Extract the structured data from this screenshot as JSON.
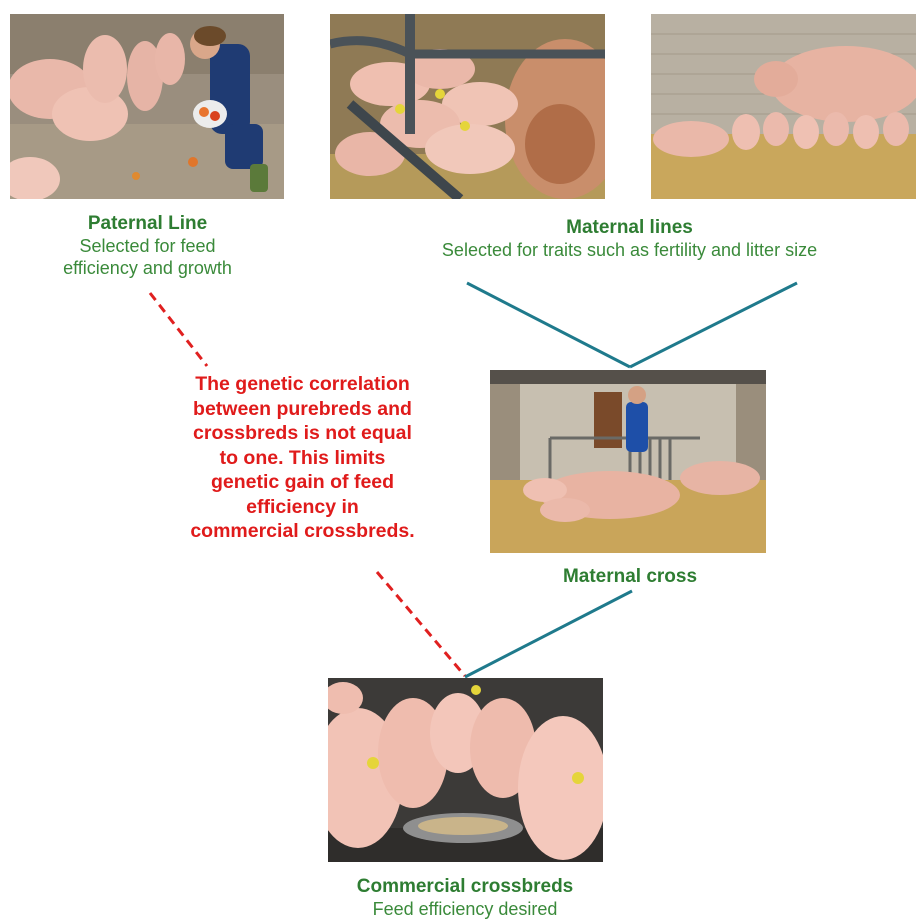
{
  "paternal": {
    "title": "Paternal Line",
    "subtitle_line1": "Selected for feed",
    "subtitle_line2": "efficiency and growth"
  },
  "maternal_lines": {
    "title": "Maternal lines",
    "subtitle": "Selected for traits such as fertility and litter size"
  },
  "maternal_cross": {
    "title": "Maternal cross"
  },
  "commercial": {
    "title": "Commercial crossbreds",
    "subtitle": "Feed efficiency desired"
  },
  "correlation_note": {
    "lines": [
      "The genetic correlation",
      "between purebreds and",
      "crossbreds is not equal",
      "to one. This limits",
      "genetic gain of feed",
      "efficiency in",
      "commercial crossbreds."
    ]
  },
  "colors": {
    "caption_green": "#2e7d32",
    "note_red": "#e01b1b",
    "solid_connector": "#1f7a8c",
    "dashed_connector": "#e02020"
  }
}
